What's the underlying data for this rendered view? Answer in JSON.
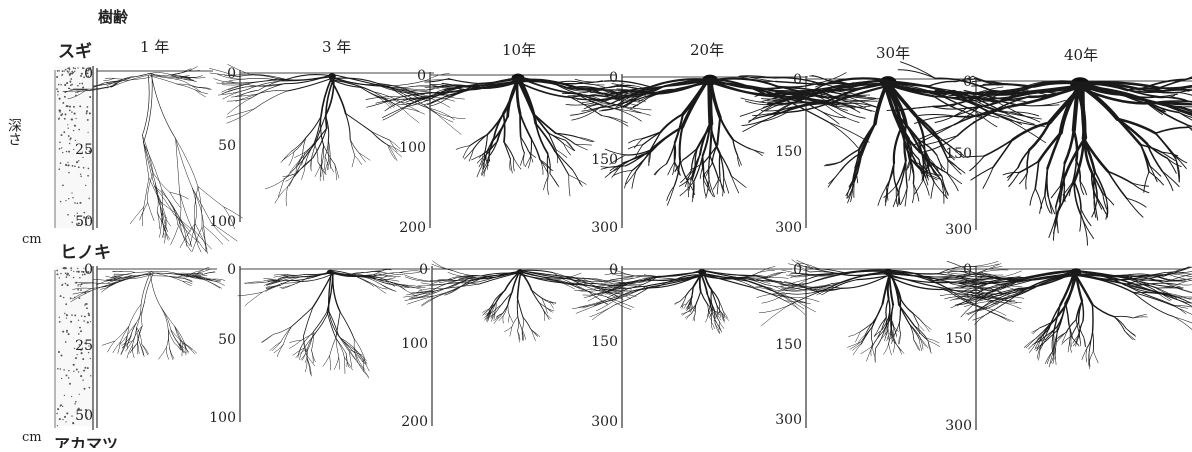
{
  "header": {
    "tree_age_label": "樹齢"
  },
  "depth_label": "深さ",
  "unit": "cm",
  "ages": [
    "1 年",
    "3 年",
    "10年",
    "20年",
    "30年",
    "40年"
  ],
  "rows": [
    {
      "species": "スギ",
      "panels": [
        {
          "age": "1 年",
          "ticks": [
            "0",
            "25",
            "50"
          ]
        },
        {
          "age": "3 年",
          "ticks": [
            "0",
            "50",
            "100"
          ]
        },
        {
          "age": "10年",
          "ticks": [
            "0",
            "100",
            "200"
          ]
        },
        {
          "age": "20年",
          "ticks": [
            "0",
            "150",
            "300"
          ]
        },
        {
          "age": "30年",
          "ticks": [
            "0",
            "150",
            "300"
          ]
        },
        {
          "age": "40年",
          "ticks": [
            "0",
            "150",
            "300"
          ]
        }
      ]
    },
    {
      "species": "ヒノキ",
      "panels": [
        {
          "age": "1 年",
          "ticks": [
            "0",
            "25",
            "50"
          ]
        },
        {
          "age": "3 年",
          "ticks": [
            "0",
            "50",
            "100"
          ]
        },
        {
          "age": "10年",
          "ticks": [
            "0",
            "100",
            "200"
          ]
        },
        {
          "age": "20年",
          "ticks": [
            "0",
            "150",
            "300"
          ]
        },
        {
          "age": "30年",
          "ticks": [
            "0",
            "150",
            "300"
          ]
        },
        {
          "age": "40年",
          "ticks": [
            "0",
            "150",
            "300"
          ]
        }
      ]
    }
  ],
  "next_species_partial": "アカマツ"
}
